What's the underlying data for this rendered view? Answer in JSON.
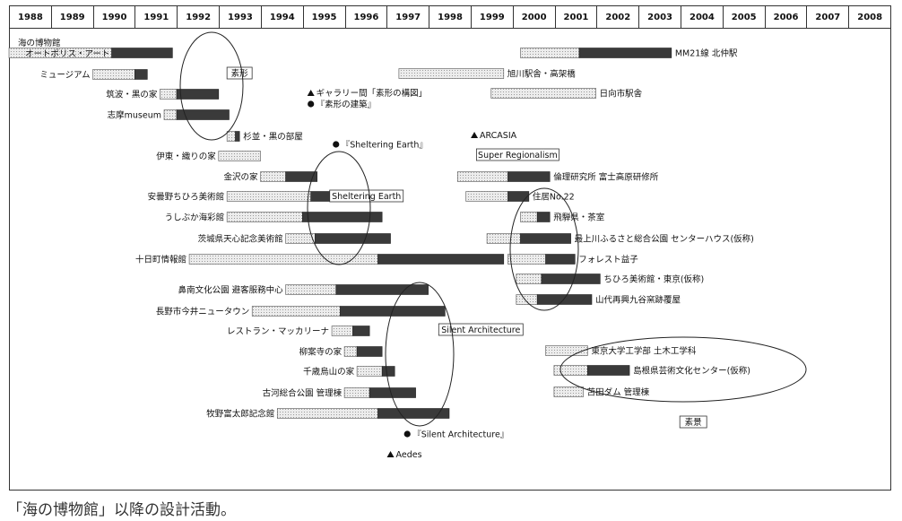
{
  "caption": "「海の博物館」以降の設計活動。",
  "years": [
    "1988",
    "1989",
    "1990",
    "1991",
    "1992",
    "1993",
    "1994",
    "1995",
    "1996",
    "1997",
    "1998",
    "1999",
    "2000",
    "2001",
    "2002",
    "2003",
    "2004",
    "2005",
    "2006",
    "2007",
    "2008"
  ],
  "timeline_start": 1988,
  "timeline_end": 2009,
  "colors": {
    "study": "#e6e6e6",
    "construction": "#3a3a3a",
    "outline": "#555555",
    "ink": "#111111"
  },
  "projects": [
    {
      "label": "海の博物館",
      "side": "left",
      "label_pos": "above",
      "study": [
        1988.0,
        1990.45
      ],
      "build": [
        1990.45,
        1991.9
      ]
    },
    {
      "label": "オートポリス・アート",
      "side": "left",
      "label_pos": "above",
      "study": null,
      "build": null
    },
    {
      "label": "ミュージアム",
      "side": "left",
      "study": [
        1990.0,
        1991.0
      ],
      "build": [
        1991.0,
        1991.3
      ]
    },
    {
      "label": "筑波・黒の家",
      "side": "left",
      "study": [
        1991.6,
        1992.0
      ],
      "build": [
        1992.0,
        1993.0
      ]
    },
    {
      "label": "志摩museum",
      "side": "left",
      "study": [
        1991.7,
        1992.0
      ],
      "build": [
        1992.0,
        1993.25
      ]
    },
    {
      "label": "杉並・黒の部屋",
      "side": "right",
      "study": [
        1993.2,
        1993.4
      ],
      "build": [
        1993.4,
        1993.5
      ]
    },
    {
      "label": "伊東・織りの家",
      "side": "left",
      "study": [
        1993.0,
        1994.0
      ],
      "build": null
    },
    {
      "label": "金沢の家",
      "side": "left",
      "study": [
        1994.0,
        1994.6
      ],
      "build": [
        1994.6,
        1995.35
      ]
    },
    {
      "label": "安曇野ちひろ美術館",
      "side": "left",
      "study": [
        1993.2,
        1995.2
      ],
      "build": [
        1995.2,
        1996.4
      ]
    },
    {
      "label": "うしぶか海彩館",
      "side": "left",
      "study": [
        1993.2,
        1995.0
      ],
      "build": [
        1995.0,
        1996.9
      ]
    },
    {
      "label": "茨城県天心記念美術館",
      "side": "left",
      "study": [
        1994.6,
        1995.3
      ],
      "build": [
        1995.3,
        1997.1
      ]
    },
    {
      "label": "十日町情報館",
      "side": "left",
      "study": [
        1992.3,
        1996.8
      ],
      "build": [
        1996.8,
        1999.8
      ]
    },
    {
      "label": "鼻南文化公園 避客服務中心",
      "side": "left",
      "study": [
        1994.6,
        1995.8
      ],
      "build": [
        1995.8,
        1998.0
      ]
    },
    {
      "label": "長野市今井ニュータウン",
      "side": "left",
      "study": [
        1993.8,
        1995.9
      ],
      "build": [
        1995.9,
        1998.4
      ]
    },
    {
      "label": "レストラン・マッカリーナ",
      "side": "left",
      "study": [
        1995.7,
        1996.2
      ],
      "build": [
        1996.2,
        1996.6
      ]
    },
    {
      "label": "柳案寺の家",
      "side": "left",
      "study": [
        1996.0,
        1996.3
      ],
      "build": [
        1996.3,
        1996.9
      ]
    },
    {
      "label": "千歳烏山の家",
      "side": "left",
      "study": [
        1996.3,
        1996.9
      ],
      "build": [
        1996.9,
        1997.2
      ]
    },
    {
      "label": "古河総合公園 管理棟",
      "side": "left",
      "study": [
        1996.0,
        1996.6
      ],
      "build": [
        1996.6,
        1997.7
      ]
    },
    {
      "label": "牧野富太郎記念館",
      "side": "left",
      "study": [
        1994.4,
        1996.8
      ],
      "build": [
        1996.8,
        1998.5
      ]
    },
    {
      "label": "MM21線 北仲駅",
      "side": "right",
      "study": [
        2000.2,
        2001.6
      ],
      "build": [
        2001.6,
        2003.8
      ]
    },
    {
      "label": "旭川駅舎・高架橋",
      "side": "right",
      "study": [
        1997.3,
        1999.8
      ],
      "build": null
    },
    {
      "label": "日向市駅舎",
      "side": "right",
      "study": [
        1999.5,
        2002.0
      ],
      "build": null
    },
    {
      "label": "倫理研究所 富士高原研修所",
      "side": "right",
      "study": [
        1998.7,
        1999.9
      ],
      "build": [
        1999.9,
        2000.9
      ]
    },
    {
      "label": "住居No.22",
      "side": "right",
      "study": [
        1998.9,
        1999.9
      ],
      "build": [
        1999.9,
        2000.4
      ]
    },
    {
      "label": "飛騨県・茶室",
      "side": "right",
      "study": [
        2000.2,
        2000.6
      ],
      "build": [
        2000.6,
        2000.9
      ]
    },
    {
      "label": "最上川ふるさと総合公園 センターハウス(仮称)",
      "side": "right",
      "study": [
        1999.4,
        2000.2
      ],
      "build": [
        2000.2,
        2001.4
      ]
    },
    {
      "label": "フォレスト益子",
      "side": "right",
      "study": [
        1999.9,
        2000.8
      ],
      "build": [
        2000.8,
        2001.5
      ]
    },
    {
      "label": "ちひろ美術館・東京(仮称)",
      "side": "right",
      "study": [
        2000.1,
        2000.7
      ],
      "build": [
        2000.7,
        2002.1
      ]
    },
    {
      "label": "山代再興九谷窯跡覆屋",
      "side": "right",
      "study": [
        2000.1,
        2000.6
      ],
      "build": [
        2000.6,
        2001.9
      ]
    },
    {
      "label": "東京大学工学部 土木工学科",
      "side": "right",
      "study": [
        2000.8,
        2001.8
      ],
      "build": null
    },
    {
      "label": "島根県芸術文化センター(仮称)",
      "side": "right",
      "study": [
        2001.0,
        2001.8
      ],
      "build": [
        2001.8,
        2002.8
      ]
    },
    {
      "label": "苫田ダム 管理棟",
      "side": "right",
      "study": [
        2001.0,
        2001.7
      ],
      "build": null
    }
  ],
  "boxed_labels": [
    {
      "text": "素形",
      "year": 1993.2
    },
    {
      "text": "Super Regionalism",
      "year": 1999.15
    },
    {
      "text": "Sheltering Earth",
      "year": 1995.65
    },
    {
      "text": "Silent Architecture",
      "year": 1998.25
    },
    {
      "text": "素景",
      "year": 2004.0
    }
  ],
  "triangle_events": [
    {
      "text": "ギャラリー間「素形の構図」",
      "year": 1995.2
    },
    {
      "text": "ARCASIA",
      "year": 1999.1
    },
    {
      "text": "Aedes",
      "year": 1997.1
    }
  ],
  "circle_events": [
    {
      "text": "『素形の建築』",
      "year": 1995.2
    },
    {
      "text": "『Sheltering Earth』",
      "year": 1995.8
    },
    {
      "text": "『Silent Architecture』",
      "year": 1997.5
    }
  ]
}
